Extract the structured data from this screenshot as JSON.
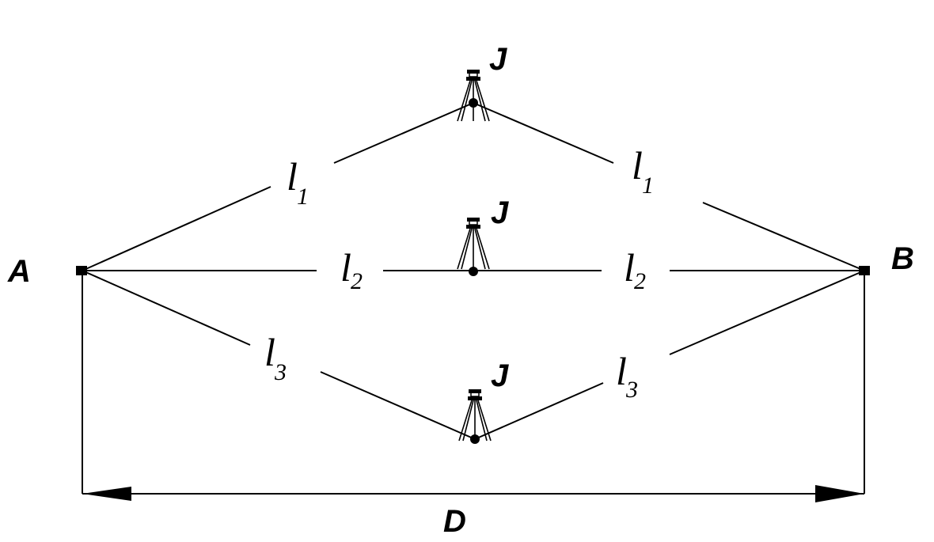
{
  "points": {
    "a": "A",
    "b": "B"
  },
  "instrument_label": "J",
  "segments": {
    "l1": {
      "letter": "l",
      "sub": "1"
    },
    "l2": {
      "letter": "l",
      "sub": "2"
    },
    "l3": {
      "letter": "l",
      "sub": "3"
    }
  },
  "distance_label": "D"
}
